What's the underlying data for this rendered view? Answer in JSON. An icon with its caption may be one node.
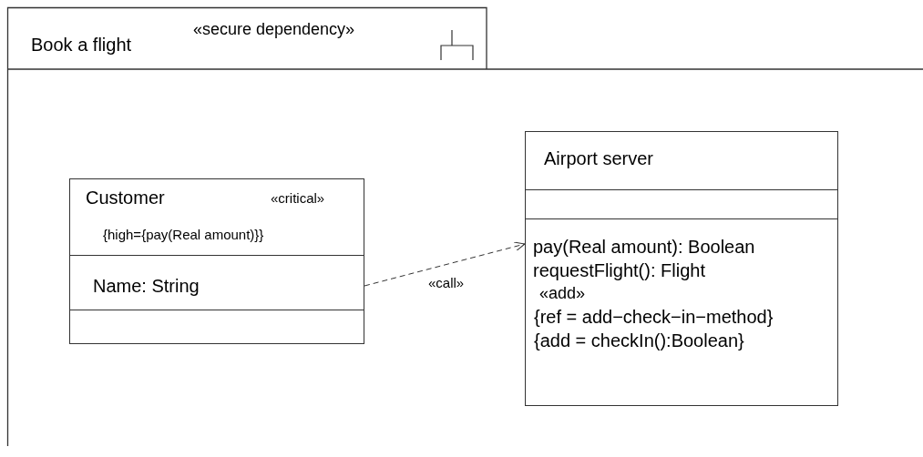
{
  "diagram": {
    "nodes": [
      {
        "text": [
          "Book a flight",
          "«secure dependency»"
        ]
      },
      {
        "text": [
          "Customer",
          "«critical»",
          "{high={pay(Real amount)}}",
          "Name: String"
        ],
        "in": 0
      },
      {
        "text": [
          "Airport server",
          "pay(Real amount): Boolean",
          "requestFlight(): Flight",
          "«add»",
          "{ref = add−check−in−method}",
          "{add = checkIn():Boolean}"
        ],
        "in": 0
      }
    ],
    "edges": [
      {
        "from": 1,
        "to": 2,
        "arrow": "to",
        "label": "«call»",
        "style": "dashed"
      }
    ]
  }
}
